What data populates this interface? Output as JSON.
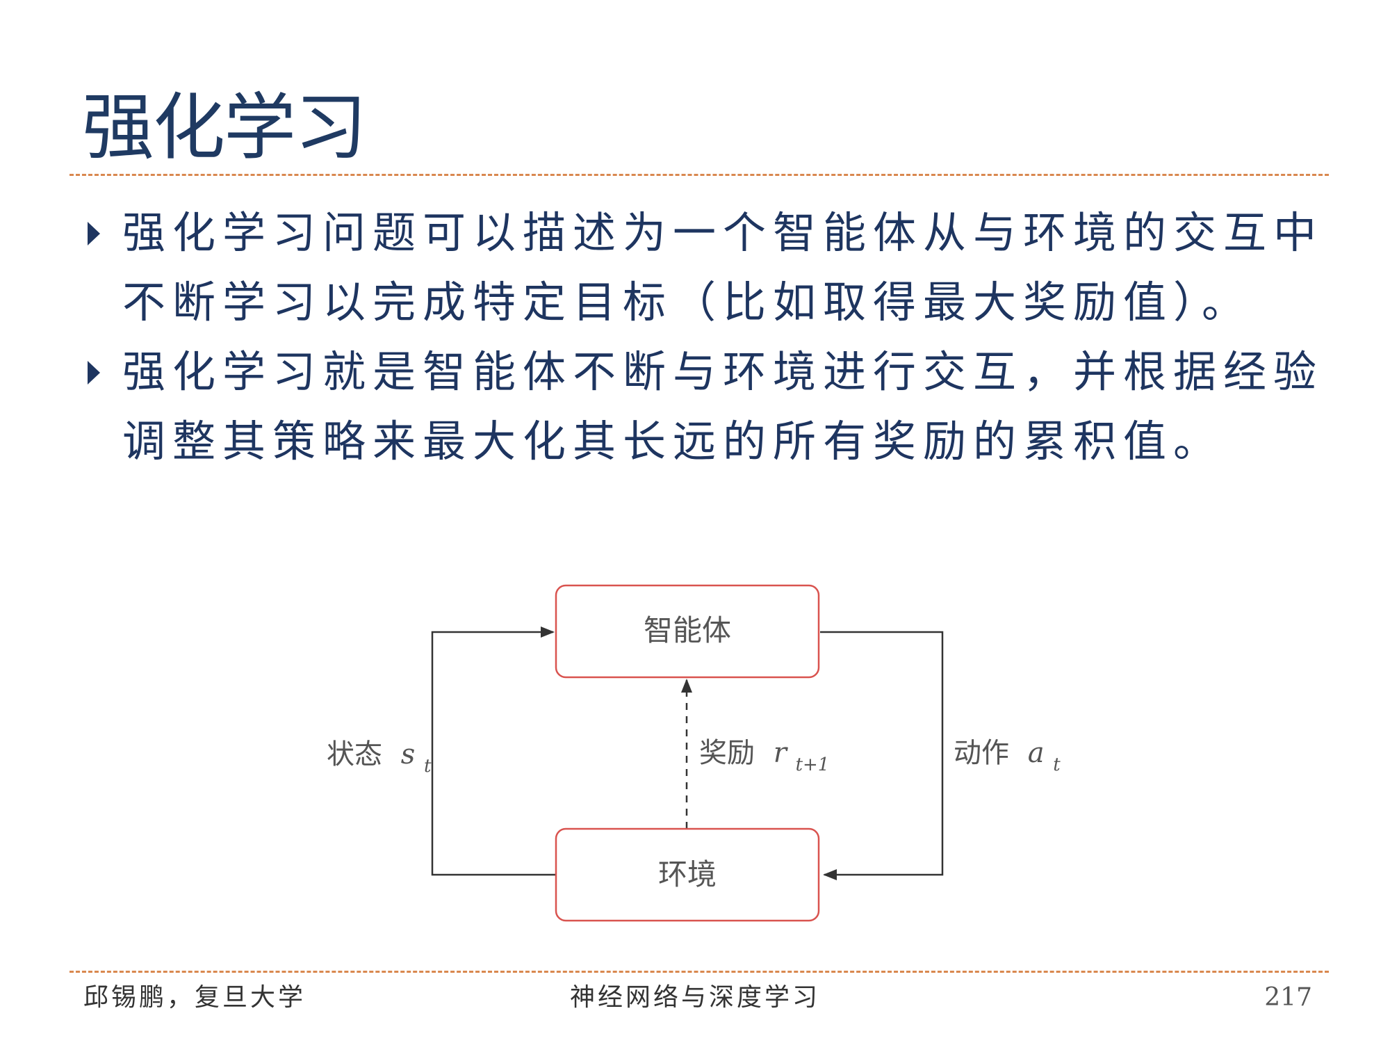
{
  "slide": {
    "title": "强化学习",
    "bullets": [
      "强化学习问题可以描述为一个智能体从与环境的交互中不断学习以完成特定目标（比如取得最大奖励值）。",
      "强化学习就是智能体不断与环境进行交互，并根据经验调整其策略来最大化其长远的所有奖励的累积值。"
    ]
  },
  "diagram": {
    "agent_label": "智能体",
    "env_label": "环境",
    "state_label": "状态",
    "state_symbol": "s",
    "state_sub": "t",
    "reward_label": "奖励",
    "reward_symbol": "r",
    "reward_sub": "t+1",
    "action_label": "动作",
    "action_symbol": "a",
    "action_sub": "t",
    "box_border_color": "#d9534f",
    "line_color": "#333333"
  },
  "footer": {
    "author": "邱锡鹏，复旦大学",
    "course": "神经网络与深度学习",
    "page": "217"
  }
}
